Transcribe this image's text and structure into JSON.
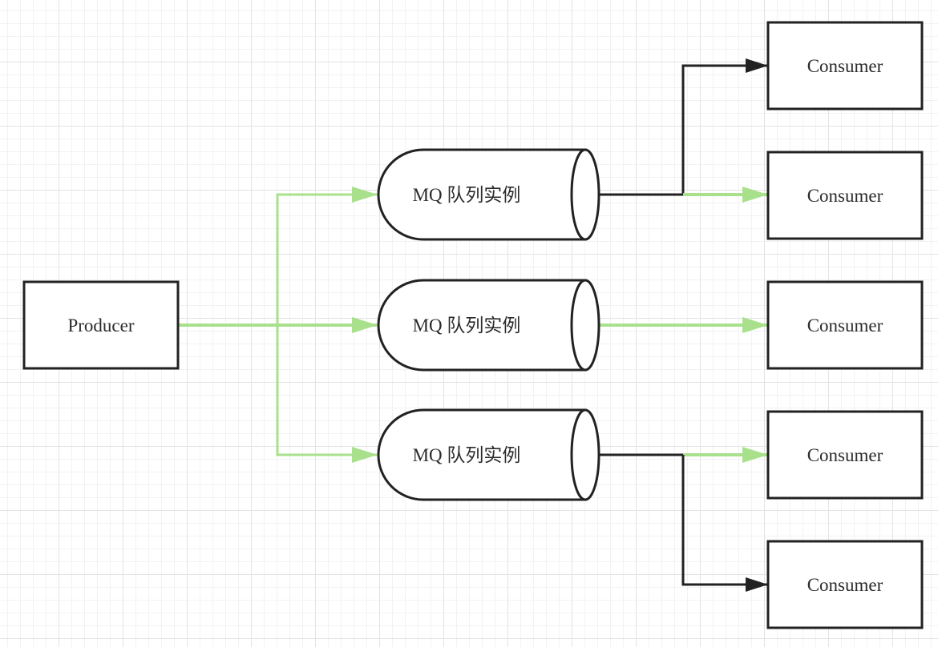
{
  "producer": {
    "label": "Producer"
  },
  "queues": [
    {
      "label": "MQ 队列实例"
    },
    {
      "label": "MQ 队列实例"
    },
    {
      "label": "MQ 队列实例"
    }
  ],
  "consumers": [
    {
      "label": "Consumer"
    },
    {
      "label": "Consumer"
    },
    {
      "label": "Consumer"
    },
    {
      "label": "Consumer"
    },
    {
      "label": "Consumer"
    }
  ],
  "colors": {
    "active_edge": "#a8e08c",
    "inactive_edge": "#222222",
    "node_stroke": "#222222"
  }
}
